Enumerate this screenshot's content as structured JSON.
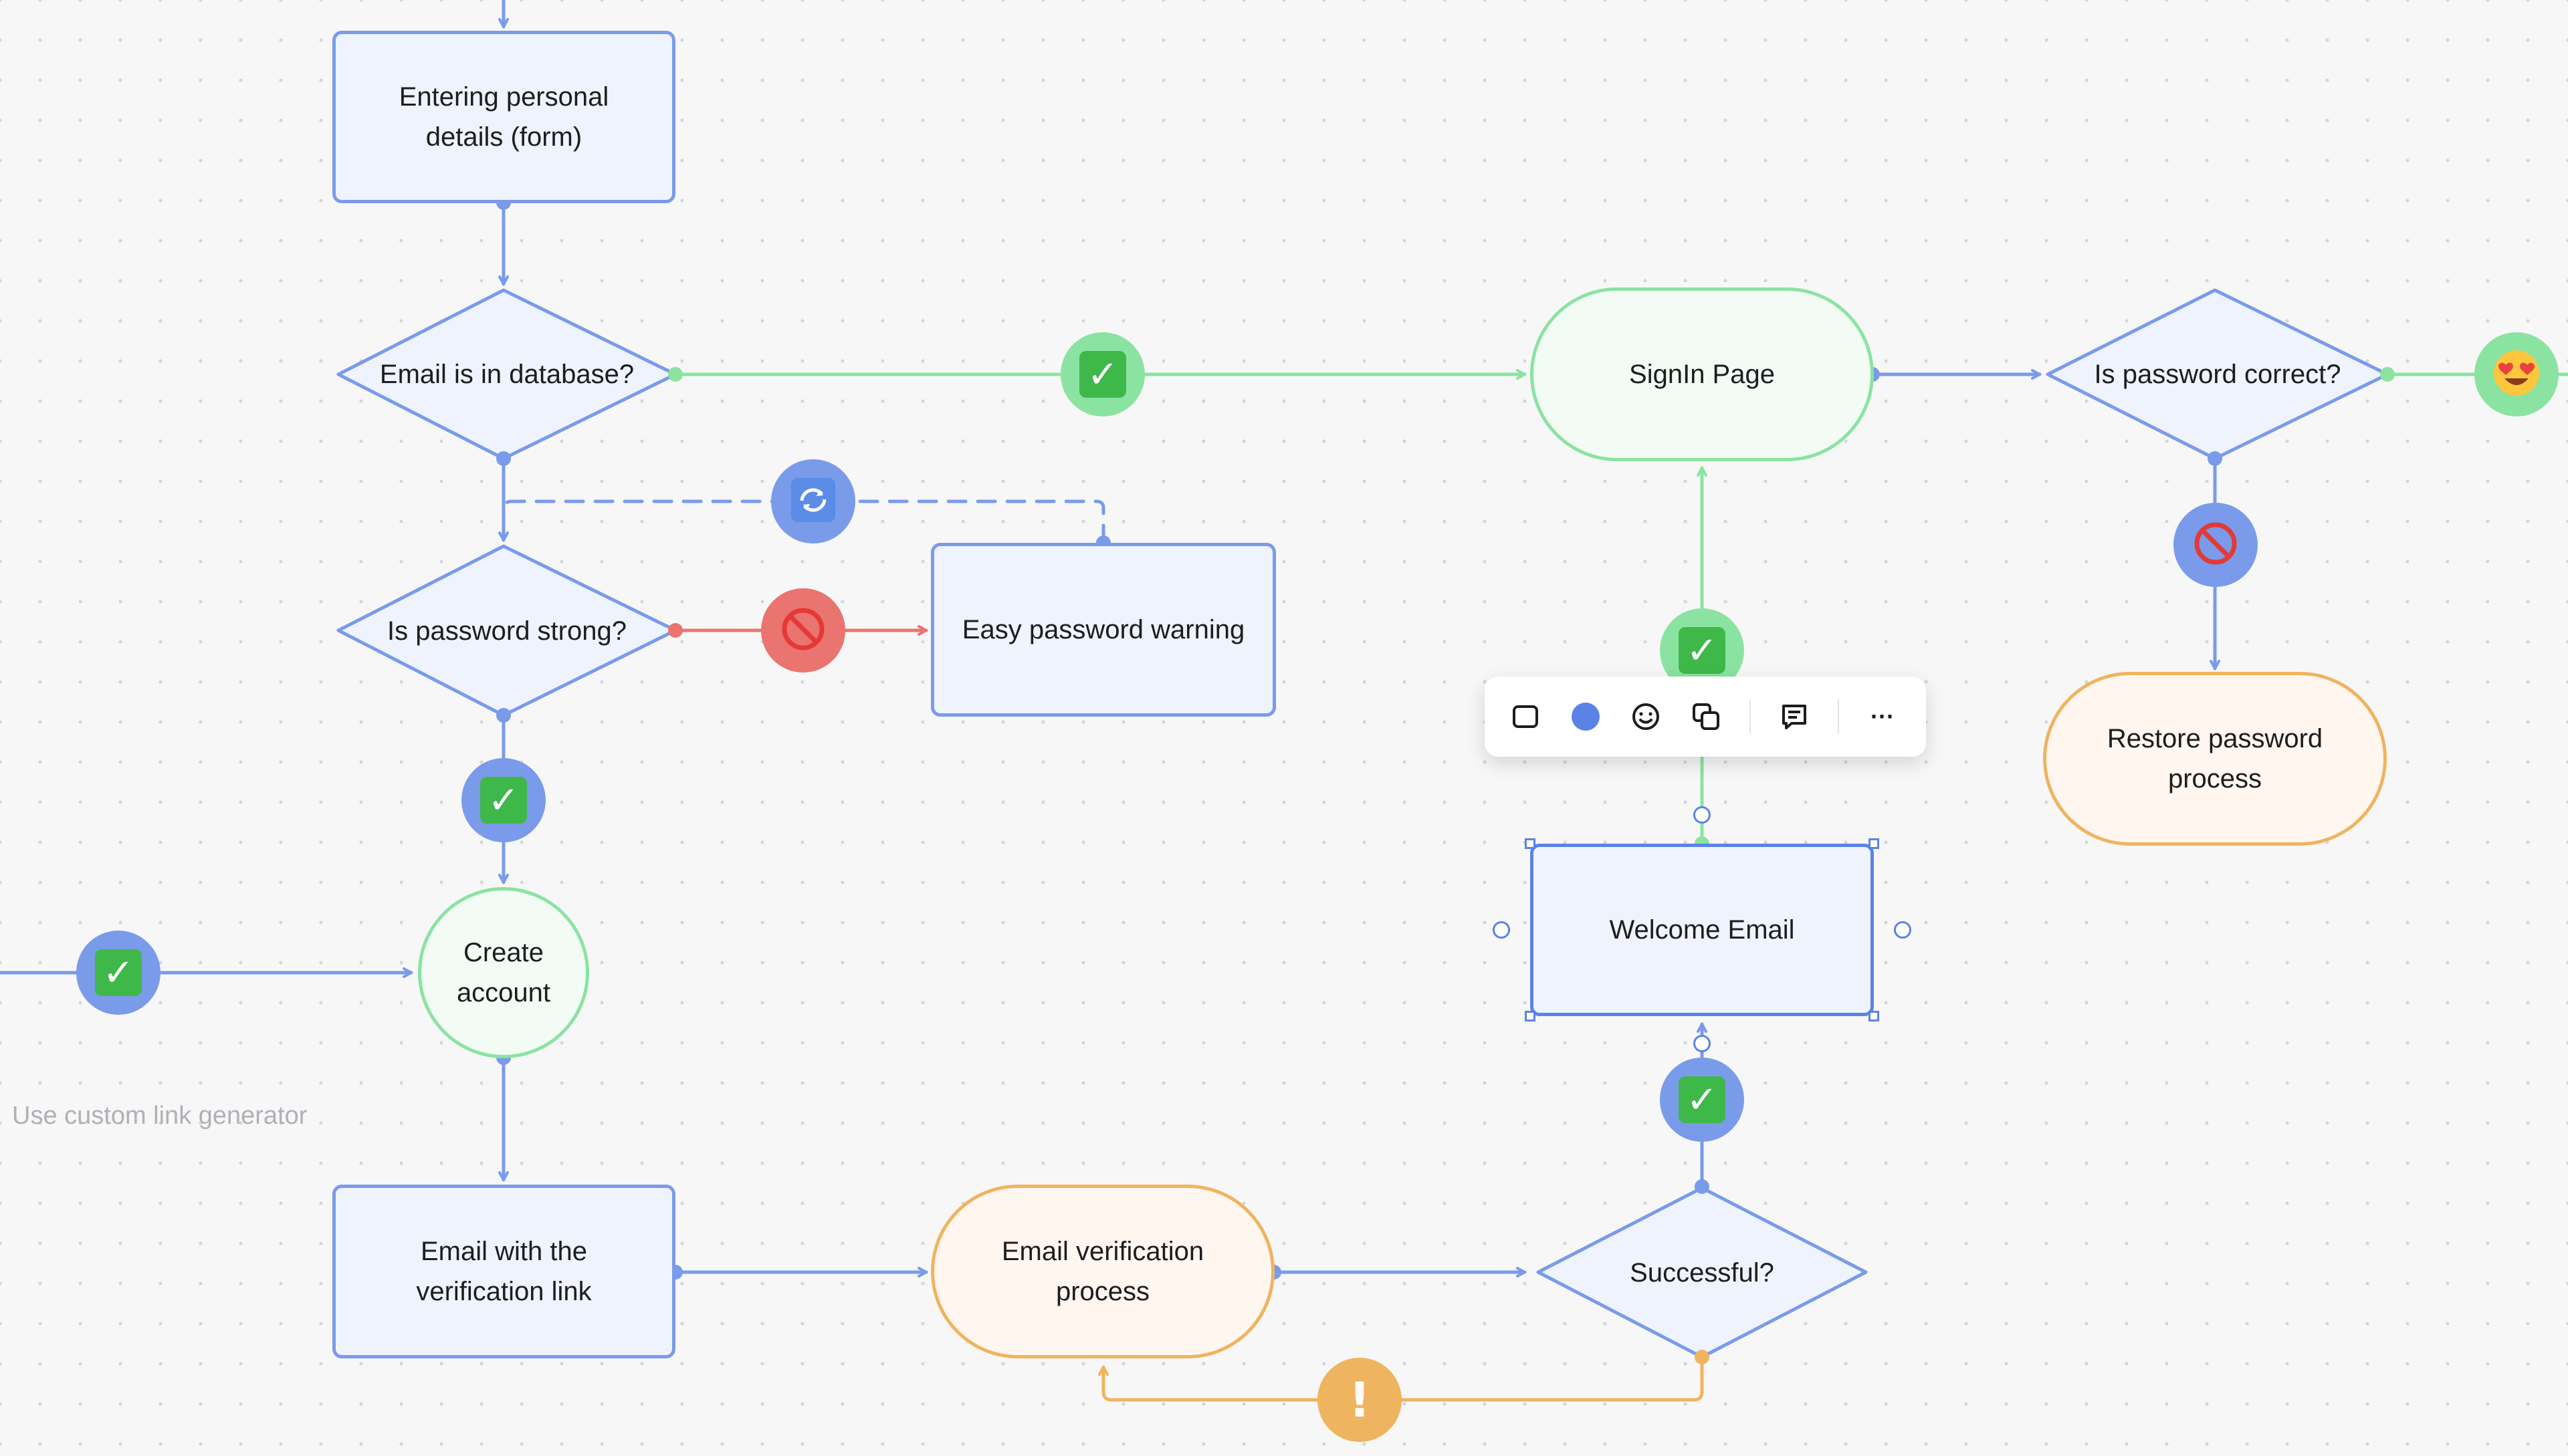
{
  "colors": {
    "blue": "#7a9be9",
    "green": "#8be3a2",
    "red": "#ea7470",
    "orange": "#efb45f",
    "fill_blue": "#eef3fd",
    "fill_green": "#f2fcf5",
    "fill_orange": "#fef6ef"
  },
  "nodes": {
    "entering_details": "Entering personal\ndetails (form)",
    "email_in_db": "Email is in database?",
    "password_strong": "Is password strong?",
    "easy_password_warning": "Easy password warning",
    "create_account": "Create\naccount",
    "email_verification_link": "Email with the\nverification link",
    "email_verification_process": "Email verification\nprocess",
    "successful": "Successful?",
    "welcome_email": "Welcome Email",
    "signin_page": "SignIn Page",
    "password_correct": "Is password correct?",
    "restore_password": "Restore password\nprocess"
  },
  "hint_text": "Use custom link generator",
  "badges": {
    "check": "✓",
    "no": "🚫",
    "refresh": "🔄",
    "warning": "!",
    "love": "😍"
  },
  "toolbar": {
    "items": [
      "square-shape-icon",
      "color-dot-icon",
      "emoji-icon",
      "duplicate-icon",
      "comment-icon",
      "more-icon"
    ],
    "more_label": "···"
  }
}
